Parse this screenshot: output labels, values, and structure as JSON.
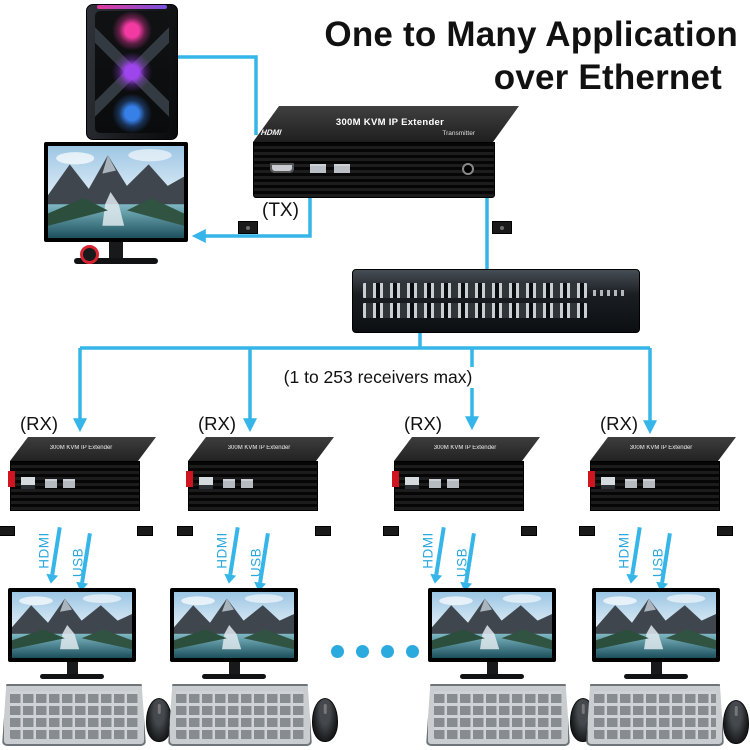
{
  "title": {
    "line1": "One to Many Application",
    "line2": "over Ethernet"
  },
  "tx": {
    "label": "(TX)",
    "device_title": "300M KVM IP Extender",
    "device_sub": "Transmitter",
    "brand": "HDMI"
  },
  "network": {
    "note": "(1 to 253 receivers max)"
  },
  "rx_units": [
    {
      "label": "(RX)",
      "device_title": "300M KVM IP Extender",
      "hdmi_label": "HDMI",
      "usb_label": "USB"
    },
    {
      "label": "(RX)",
      "device_title": "300M KVM IP Extender",
      "hdmi_label": "HDMI",
      "usb_label": "USB"
    },
    {
      "label": "(RX)",
      "device_title": "300M KVM IP Extender",
      "hdmi_label": "HDMI",
      "usb_label": "USB"
    },
    {
      "label": "(RX)",
      "device_title": "300M KVM IP Extender",
      "hdmi_label": "HDMI",
      "usb_label": "USB"
    }
  ],
  "colors": {
    "arrow_cyan": "#35b5e8",
    "rx_port_red": "#cf1620",
    "title_text": "#111111"
  }
}
